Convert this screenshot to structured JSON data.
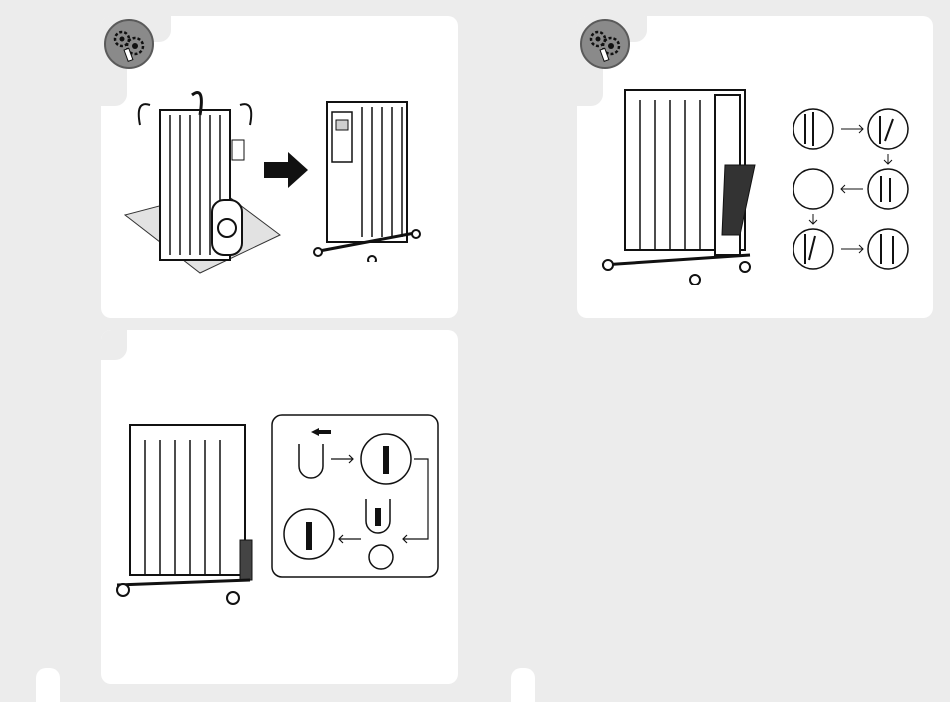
{
  "page": {
    "background": "#ececec",
    "panel_color": "#ffffff",
    "line_color": "#1a1a1a"
  },
  "panels": [
    {
      "id": "assembly-feet",
      "icon": "tools-icon",
      "arrow": "right-arrow"
    },
    {
      "id": "assembly-cord-storage",
      "icon": "tools-icon"
    },
    {
      "id": "assembly-cord-clip"
    }
  ]
}
